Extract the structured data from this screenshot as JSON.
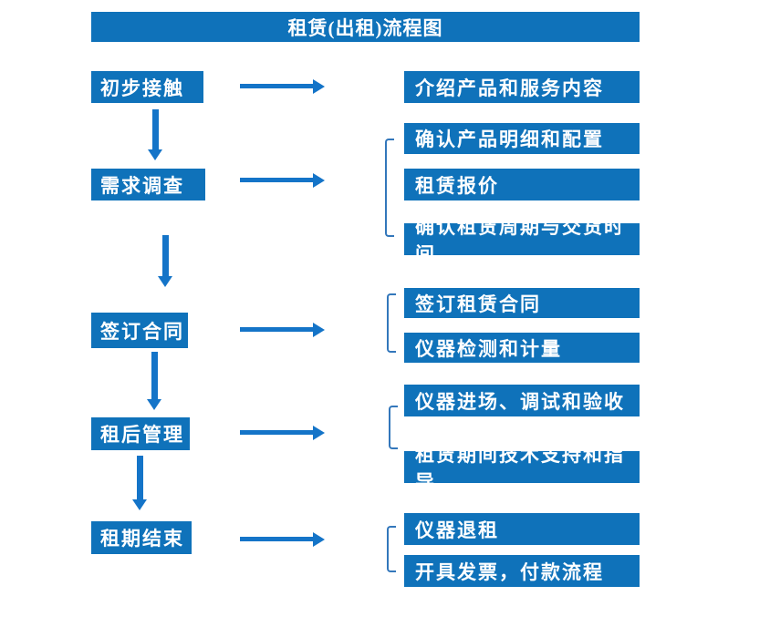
{
  "title": "租赁(出租)流程图",
  "colors": {
    "box": "#0f72ba",
    "arrow": "#1474c8",
    "bracket": "#3377bb",
    "text": "#ffffff",
    "background": "#ffffff"
  },
  "steps": [
    {
      "label": "初步接触",
      "details": [
        "介绍产品和服务内容"
      ]
    },
    {
      "label": "需求调查",
      "details": [
        "确认产品明细和配置",
        "租赁报价",
        "确认租赁周期与交货时间"
      ]
    },
    {
      "label": "签订合同",
      "details": [
        "签订租赁合同",
        "仪器检测和计量"
      ]
    },
    {
      "label": "租后管理",
      "details": [
        "仪器进场、调试和验收",
        "租赁期间技术支持和指导"
      ]
    },
    {
      "label": "租期结束",
      "details": [
        "仪器退租",
        "开具发票，付款流程"
      ]
    }
  ]
}
